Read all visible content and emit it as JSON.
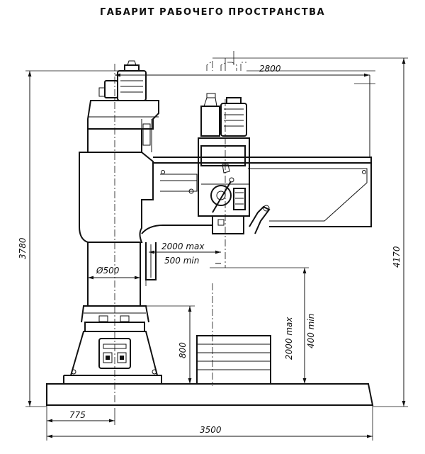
{
  "title": "ГАБАРИТ РАБОЧЕГО ПРОСТРАНСТВА",
  "dimensions": {
    "total_height": "3780",
    "max_height": "4170",
    "arm_reach": "2800",
    "spindle_travel_max": "2000 max",
    "spindle_travel_min": "500 min",
    "column_diameter": "Ø500",
    "table_height": "800",
    "vertical_max": "2000 max",
    "vertical_min": "400 min",
    "base_offset": "775",
    "base_length": "3500"
  }
}
